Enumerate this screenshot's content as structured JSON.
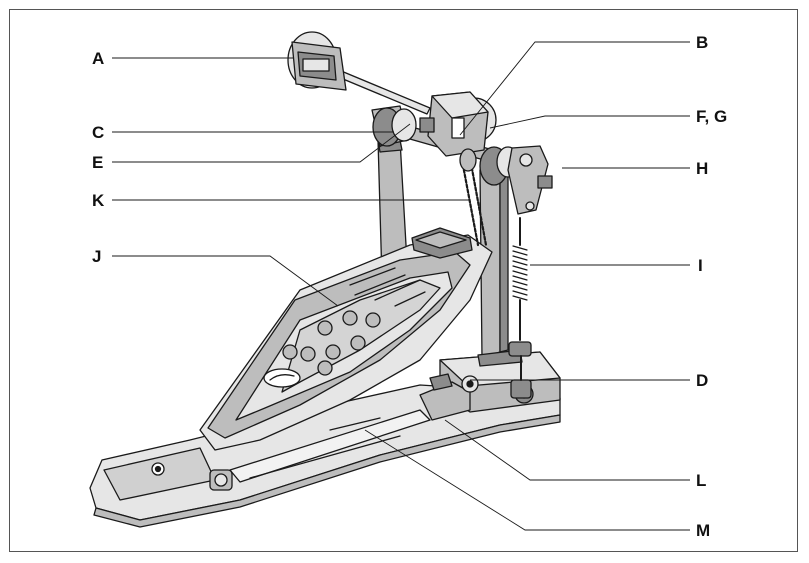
{
  "diagram": {
    "callouts": [
      {
        "id": "A",
        "text": "A"
      },
      {
        "id": "B",
        "text": "B"
      },
      {
        "id": "C",
        "text": "C"
      },
      {
        "id": "E",
        "text": "E"
      },
      {
        "id": "FG",
        "text": "F, G"
      },
      {
        "id": "H",
        "text": "H"
      },
      {
        "id": "K",
        "text": "K"
      },
      {
        "id": "J",
        "text": "J"
      },
      {
        "id": "I",
        "text": "I"
      },
      {
        "id": "D",
        "text": "D"
      },
      {
        "id": "L",
        "text": "L"
      },
      {
        "id": "M",
        "text": "M"
      }
    ]
  },
  "colors": {
    "metal_light": "#e6e6e6",
    "metal_mid": "#bdbdbd",
    "metal_dark": "#8c8c8c",
    "outline": "#1a1a1a"
  }
}
